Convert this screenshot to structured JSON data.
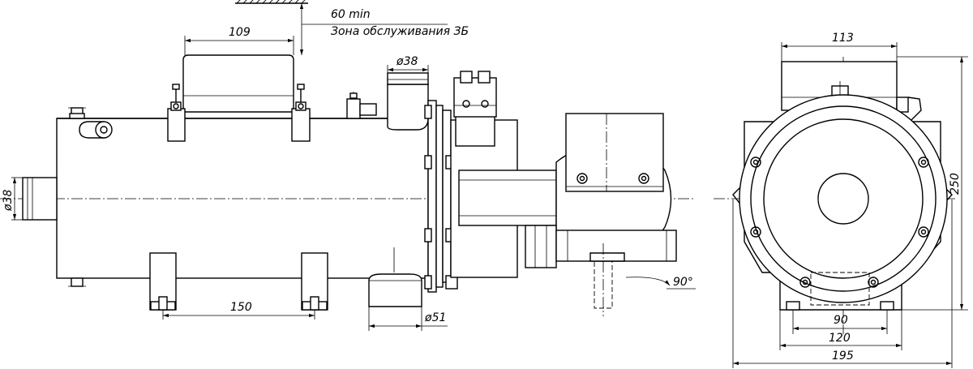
{
  "dimensions": {
    "service_clearance": "60 min",
    "service_zone": "Зона обслуживания ЗБ",
    "box_width": "109",
    "inlet_diameter_top": "ø38",
    "inlet_diameter_left": "ø38",
    "mount_spacing": "150",
    "outlet_diameter": "ø51",
    "outlet_angle": "90°",
    "end_top_width": "113",
    "end_height": "250",
    "end_bolt_spacing": "90",
    "end_foot_spacing": "120",
    "end_overall_width": "195"
  }
}
